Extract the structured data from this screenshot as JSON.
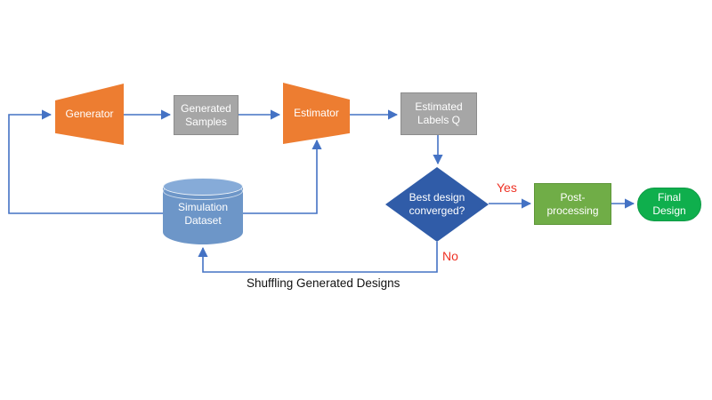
{
  "nodes": {
    "generator": {
      "label": "Generator"
    },
    "generated_samples": {
      "lines": [
        "Generated",
        "Samples"
      ]
    },
    "estimator": {
      "label": "Estimator"
    },
    "estimated_labels": {
      "lines": [
        "Estimated",
        "Labels Q"
      ]
    },
    "decision": {
      "lines": [
        "Best design",
        "converged?"
      ]
    },
    "post_processing": {
      "lines": [
        "Post-",
        "processing"
      ]
    },
    "final_design": {
      "lines": [
        "Final",
        "Design"
      ]
    },
    "simulation_dataset": {
      "lines": [
        "Simulation",
        "Dataset"
      ]
    }
  },
  "edges": {
    "yes_label": "Yes",
    "no_label": "No",
    "shuffle_label": "Shuffling Generated Designs"
  },
  "colors": {
    "orange": "#ED7D31",
    "gray": "#A6A6A6",
    "gray_border": "#8C8C8C",
    "diamond_blue": "#305CA8",
    "green": "#70AD47",
    "green_border": "#5E9638",
    "bright_green": "#0FAF4D",
    "bright_green_border": "#0D9B45",
    "cylinder_blue": "#6D96C8",
    "cylinder_top": "#86ABD8",
    "line_blue": "#4472C4",
    "label_red": "#EE3124",
    "text_white": "#FFFFFF"
  }
}
